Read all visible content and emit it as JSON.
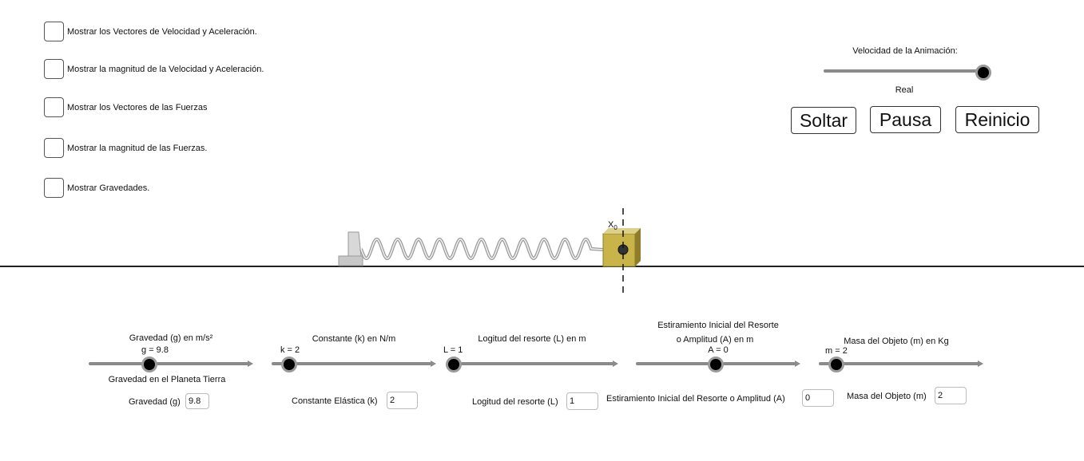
{
  "checkboxes": [
    {
      "label": "Mostrar los Vectores de Velocidad y Aceleración.",
      "checked": false
    },
    {
      "label": "Mostrar la magnitud de la Velocidad y Aceleración.",
      "checked": false
    },
    {
      "label": "Mostrar los Vectores de las Fuerzas",
      "checked": false
    },
    {
      "label": "Mostrar la magnitud de las Fuerzas.",
      "checked": false
    },
    {
      "label": "Mostrar Gravedades.",
      "checked": false
    }
  ],
  "animation": {
    "title": "Velocidad de la Animación:",
    "mode": "Real",
    "level": 1.0
  },
  "buttons": {
    "release": "Soltar",
    "pause": "Pausa",
    "reset": "Reinicio"
  },
  "scene": {
    "x0_letter": "X",
    "x0_sub": "0",
    "block_color": "#c9b44a"
  },
  "sliders": {
    "gravity": {
      "title": "Gravedad (g) en m/s²",
      "readout": "g = 9.8",
      "note": "Gravedad en el Planeta Tierra",
      "field_label": "Gravedad (g)",
      "value": "9.8",
      "level": 0.38
    },
    "k": {
      "title": "Constante (k) en N/m",
      "readout": "k = 2",
      "field_label": "Constante Elástica (k)",
      "value": "2",
      "level": 0.11
    },
    "length": {
      "title": "Logitud del resorte (L) en m",
      "readout": "L = 1",
      "field_label": "Logitud del resorte (L)",
      "value": "1",
      "level": 0.0
    },
    "amplitude": {
      "title_line1": "Estiramiento Inicial del Resorte",
      "title_line2": "o Amplitud (A) en m",
      "readout": "A = 0",
      "field_label": "Estiramiento Inicial del Resorte o Amplitud (A)",
      "value": "0",
      "level": 0.5
    },
    "mass": {
      "title": "Masa del Objeto (m) en Kg",
      "readout": "m = 2",
      "field_label": "Masa del Objeto (m)",
      "value": "2",
      "level": 0.11
    }
  }
}
